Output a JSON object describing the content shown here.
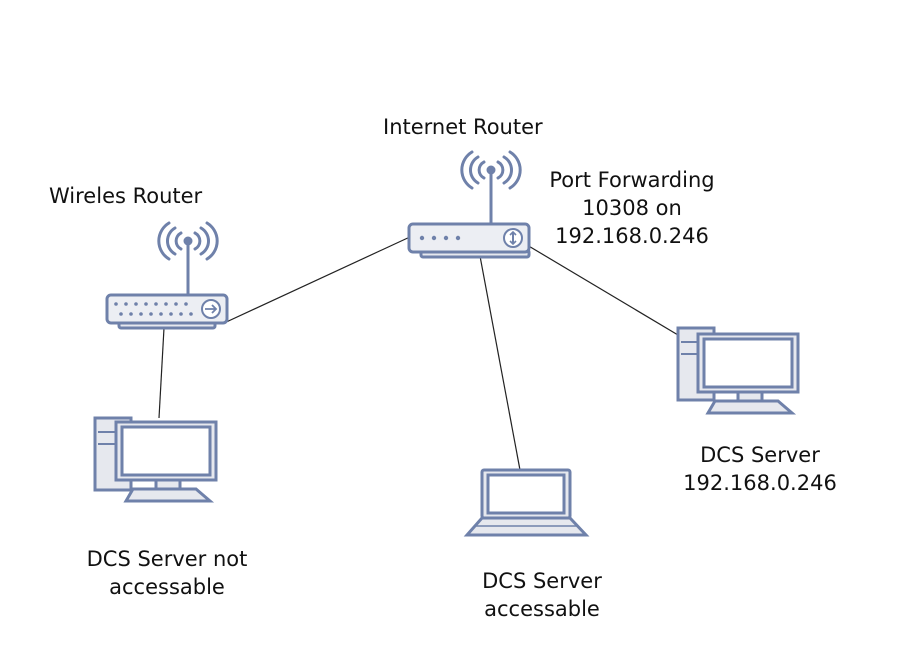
{
  "labels": {
    "internet_router": "Internet Router",
    "wireless_router": "Wireles Router",
    "port_forwarding": [
      "Port Forwarding",
      "10308 on",
      "192.168.0.246"
    ],
    "dcs_server_right": [
      "DCS Server",
      "192.168.0.246"
    ],
    "dcs_not_accessible": [
      "DCS Server not",
      "accessable"
    ],
    "dcs_accessible": [
      "DCS Server",
      "accessable"
    ]
  },
  "colors": {
    "device_stroke": "#6f81aa",
    "device_fill": "#e6e8ee",
    "link": "#222222"
  },
  "icons": [
    "router-icon",
    "wifi-antenna-icon",
    "desktop-computer-icon",
    "laptop-icon"
  ]
}
